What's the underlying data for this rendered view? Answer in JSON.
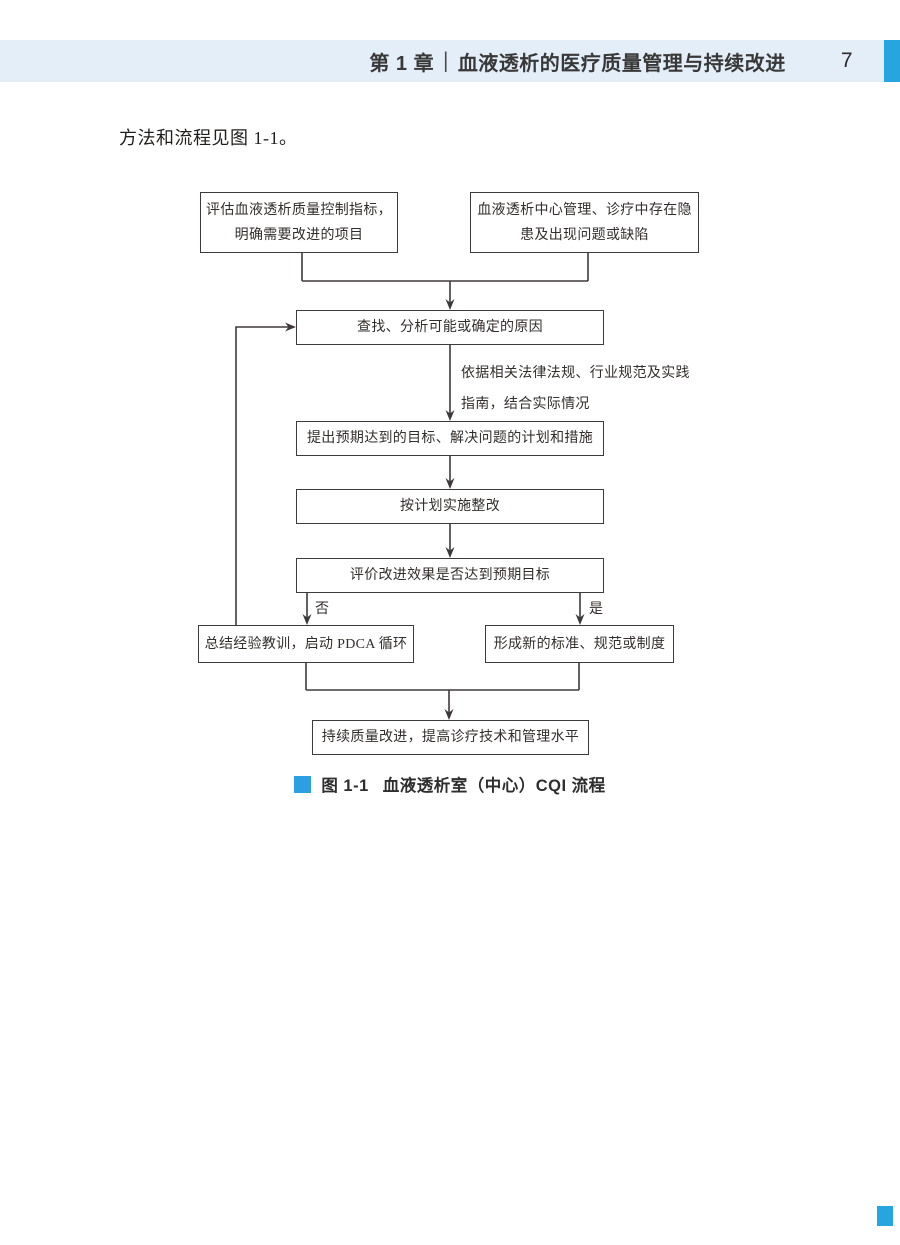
{
  "header": {
    "chapter_label": "第 1 章",
    "separator": "|",
    "title": "血液透析的医疗质量管理与持续改进",
    "page_number": "7"
  },
  "body": {
    "intro": "方法和流程见图 1-1。"
  },
  "flowchart": {
    "boxes": {
      "assess": {
        "line1": "评估血液透析质量控制指标，",
        "line2": "明确需要改进的项目"
      },
      "problems": {
        "line1": "血液透析中心管理、诊疗中存在隐",
        "line2": "患及出现问题或缺陷"
      },
      "analyze": "查找、分析可能或确定的原因",
      "plan": "提出预期达到的目标、解决问题的计划和措施",
      "implement": "按计划实施整改",
      "evaluate": "评价改进效果是否达到预期目标",
      "summarize": "总结经验教训，启动 PDCA 循环",
      "standardize": "形成新的标准、规范或制度",
      "continuous": "持续质量改进，提高诊疗技术和管理水平"
    },
    "labels": {
      "no": "否",
      "yes": "是",
      "annotation_line1": "依据相关法律法规、行业规范及实践",
      "annotation_line2": "指南，结合实际情况"
    }
  },
  "caption": {
    "figure_label": "图 1-1",
    "figure_title": "血液透析室（中心）CQI 流程"
  },
  "colors": {
    "band_bg": "#e4eef9",
    "tab_blue": "#27a5de",
    "caption_blue": "#2b9fe0",
    "line_color": "#3e3a39"
  }
}
